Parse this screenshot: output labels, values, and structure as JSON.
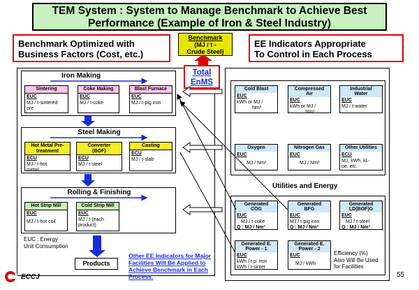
{
  "title": {
    "line1": "TEM System : System to Manage Benchmark to Achieve Best",
    "line2": "Performance (Example of Iron & Steel Industry)"
  },
  "left_callout": {
    "line1": "Benchmark Optimized with",
    "line2": "Business Factors (Cost, etc.)"
  },
  "right_callout": {
    "line1": "EE Indicators Appropriate",
    "line2": "To Control in Each Process"
  },
  "benchmark": {
    "line1": "Benchmark",
    "line2": "(MJ / t -",
    "line3": "Crude Steel)"
  },
  "total_enms": {
    "line1": "Total",
    "line2": "EnMS"
  },
  "iron_making": {
    "title": "Iron Making",
    "cards": [
      {
        "name": "Sintering",
        "euc": "EUC",
        "unit1": "MJ / t-sintered",
        "unit2": "ore"
      },
      {
        "name": "Coke Making",
        "euc": "EUC",
        "unit1": "MJ / t-coke",
        "unit2": ""
      },
      {
        "name": "Blast Furnace",
        "euc": "EUC",
        "unit1": "MJ / t-pig iron",
        "unit2": ""
      }
    ]
  },
  "steel_making": {
    "title": "Steel Making",
    "cards": [
      {
        "name1": "Hot Metal Pre-",
        "name2": "treatment",
        "euc": "ECU",
        "unit1": "MJ / t-hot",
        "unit2": "metal"
      },
      {
        "name1": "Converter",
        "name2": "(BOF)",
        "euc": "ECU",
        "unit1": "MJ / t-steel",
        "unit2": ""
      },
      {
        "name1": "Casting",
        "name2": "",
        "euc": "ECU",
        "unit1": "MJ / t-slab",
        "unit2": ""
      }
    ]
  },
  "rolling": {
    "title": "Rolling & Finishing",
    "cards": [
      {
        "name": "Hot Strip Mill",
        "euc": "EUC",
        "unit1": "MJ / t-hot coil",
        "unit2": ""
      },
      {
        "name": "Cold Strip Mill",
        "euc": "EUC",
        "unit1": "MJ / t-(each",
        "unit2": "product)"
      }
    ]
  },
  "euc_note": {
    "line1": "EUC : Energy",
    "line2": "Unit Consumption"
  },
  "products": "Products",
  "other_note": {
    "line1": "Other EE Indicators for Major",
    "line2": "Facilities Will Be Applied to",
    "line3": "Achieve Benchmark in Each",
    "line4": "Process."
  },
  "utilities": {
    "title": "Utilities and Energy",
    "row1": [
      {
        "name1": "Cold Blast",
        "name2": "",
        "euc": "EUC",
        "unit1": "kWh or MJ /",
        "unit2": "Nm³"
      },
      {
        "name1": "Compressed",
        "name2": "Air",
        "euc": "EUC",
        "unit1": "kWh or MJ /",
        "unit2": "Nm³"
      },
      {
        "name1": "Industrial",
        "name2": "Water",
        "euc": "EUC",
        "unit1": "MJ / t-water",
        "unit2": ""
      }
    ],
    "row2": [
      {
        "name1": "Oxygen",
        "name2": "",
        "euc": "EUC",
        "unit1": "MJ / Nm³",
        "unit2": ""
      },
      {
        "name1": "Nitrogen Gas",
        "name2": "",
        "euc": "EUC",
        "unit1": "MJ / Nm³",
        "unit2": ""
      },
      {
        "name1": "Other Utilities",
        "name2": "",
        "euc": "ECU",
        "unit1": "MJ, kWh, kL-",
        "unit2": "oe, etc."
      }
    ],
    "row3": [
      {
        "name1": "Generated",
        "name2": "COG",
        "euc": "EUC",
        "unit1": "MJ / t-coke",
        "unit2": "Q : MJ / Nm³"
      },
      {
        "name1": "Generated",
        "name2": "BFG",
        "euc": "EUC",
        "unit1": "MJ / t-pig iron",
        "unit2": "Q : MJ / Nm³"
      },
      {
        "name1": "Generated",
        "name2": "LD(BOF)G",
        "euc": "EUC",
        "unit1": "MJ / t-steel",
        "unit2": "Q : MJ / Nm³"
      }
    ],
    "row4": [
      {
        "name1": "Generated E.",
        "name2": "Power - 1",
        "euc": "EUC",
        "unit1": "kWh / t-p. iron",
        "unit2": "kWh / t-sinter"
      },
      {
        "name1": "Generated E.",
        "name2": "Power - 2",
        "euc": "EUC",
        "unit1": "MJ / kWh",
        "unit2": ""
      }
    ],
    "efficiency_note": {
      "line1": "Efficiency (%)",
      "line2": "Also Will Be Used",
      "line3": "for Facilities"
    }
  },
  "footer": {
    "logo": "ECCJ",
    "page": "55"
  },
  "colors": {
    "title_bg": "#c9f0c0",
    "callout_border": "#e00000",
    "benchmark_bg": "#e6e600",
    "iron_card": "#f7c6e9",
    "steel_card": "#f3ee28",
    "rolling_card": "#c7f3b3",
    "utility_card": "#cfe7f7",
    "arrow_blue": "#1a2bd6",
    "arrow_red": "#e00000"
  }
}
